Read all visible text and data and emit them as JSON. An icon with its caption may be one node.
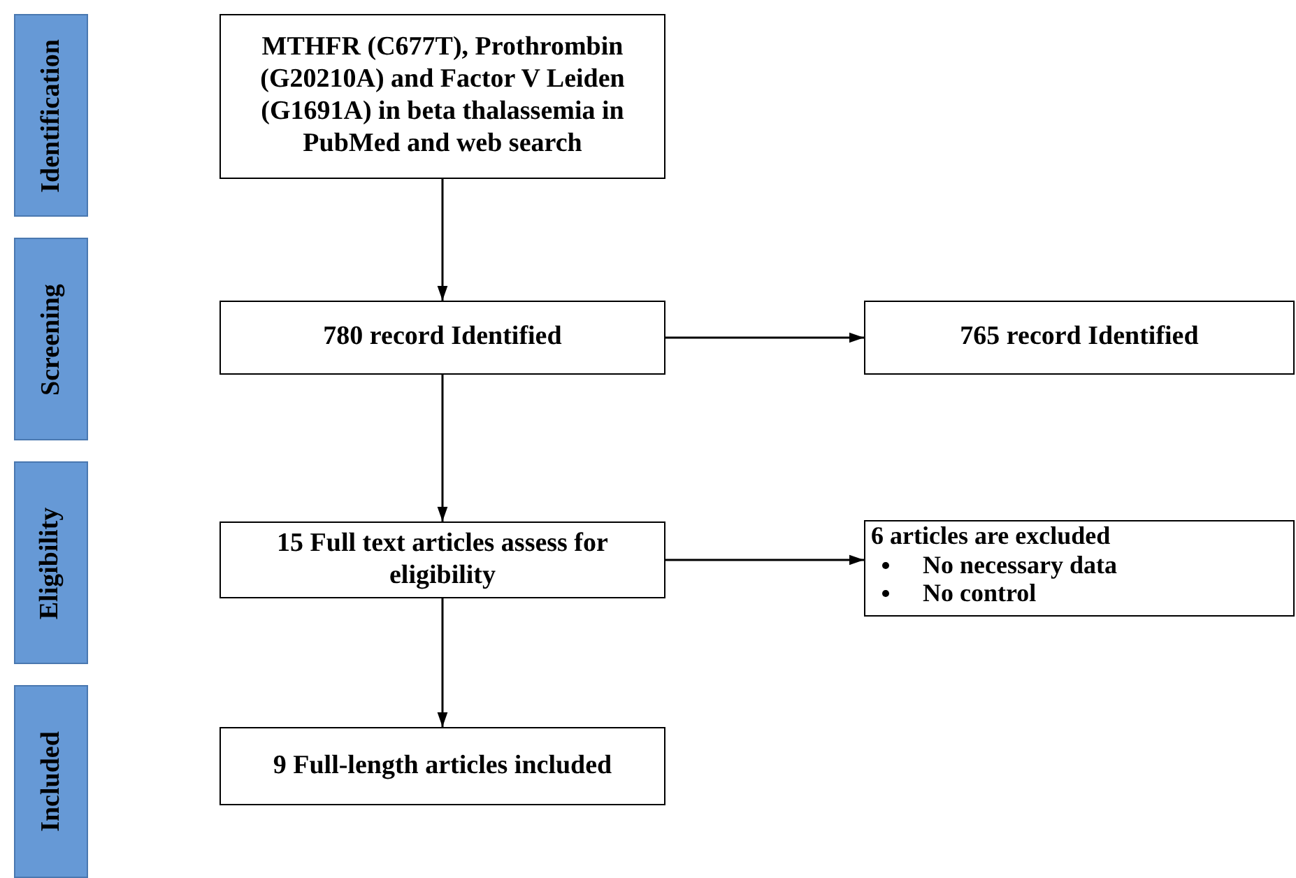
{
  "diagram": {
    "nodes": [
      {
        "text": [
          "Identification"
        ]
      },
      {
        "text": [
          "Screening"
        ]
      },
      {
        "text": [
          "Eligibility"
        ]
      },
      {
        "text": [
          "Included"
        ]
      },
      {
        "text": [
          "MTHFR (C677T), Prothrombin (G20210A) and Factor V Leiden (G1691A) in beta thalassemia in PubMed and web search"
        ]
      },
      {
        "text": [
          "780 record Identified"
        ]
      },
      {
        "text": [
          "765 record Identified"
        ]
      },
      {
        "text": [
          "15 Full text articles assess for eligibility"
        ]
      },
      {
        "text": [
          "6 articles are excluded",
          "No necessary data",
          "No control"
        ]
      },
      {
        "text": [
          "9 Full-length articles included"
        ]
      }
    ],
    "edges": [
      {
        "from": 4,
        "to": 5,
        "arrow": "to"
      },
      {
        "from": 5,
        "to": 6,
        "arrow": "to"
      },
      {
        "from": 5,
        "to": 7,
        "arrow": "to"
      },
      {
        "from": 7,
        "to": 8,
        "arrow": "to"
      },
      {
        "from": 7,
        "to": 9,
        "arrow": "to"
      }
    ]
  }
}
